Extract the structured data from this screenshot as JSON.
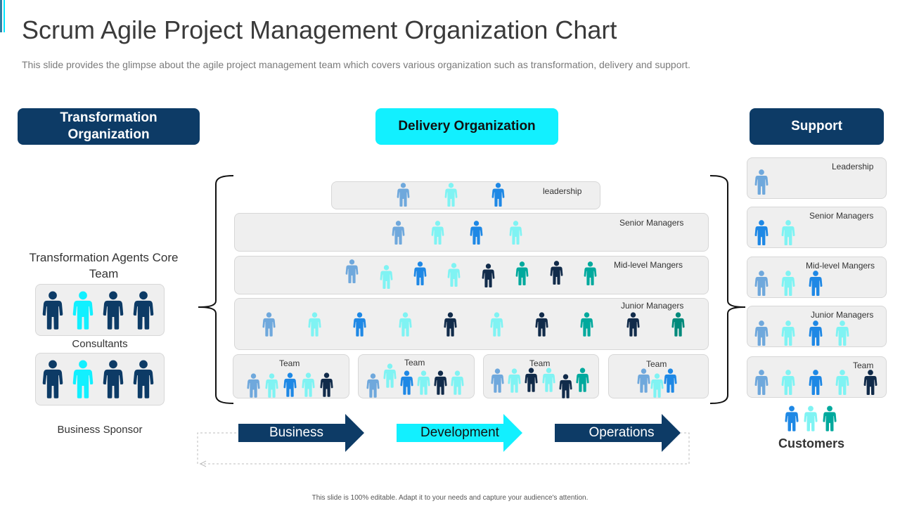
{
  "title": "Scrum Agile Project Management Organization Chart",
  "subtitle": "This slide provides the glimpse about the agile project management team which covers various organization such as transformation, delivery and support.",
  "headers": {
    "transformation": "Transformation Organization",
    "delivery": "Delivery Organization",
    "support": "Support"
  },
  "left": {
    "core_team_label": "Transformation Agents Core Team",
    "consultants_label": "Consultants",
    "sponsor_label": "Business Sponsor"
  },
  "delivery_rows": {
    "leadership": "leadership",
    "senior": "Senior Managers",
    "mid": "Mid-level  Mangers",
    "junior": "Junior  Managers",
    "team": "Team"
  },
  "support_rows": {
    "leadership": "Leadership",
    "senior": "Senior Managers",
    "mid": "Mid-level Mangers",
    "junior": "Junior Managers",
    "team": "Team"
  },
  "flow": {
    "business": "Business",
    "development": "Development",
    "operations": "Operations"
  },
  "customers_label": "Customers",
  "footer": "This slide is 100% editable. Adapt it to your needs and capture your audience's attention.",
  "colors": {
    "navy": "#0d3b66",
    "cyan": "#12f0ff",
    "sky": "#6fa8dc",
    "blue": "#1e88e5",
    "light_cyan": "#7ff3f3",
    "teal": "#00a99d",
    "dark_teal": "#00897b",
    "deep_navy": "#112b4a"
  }
}
